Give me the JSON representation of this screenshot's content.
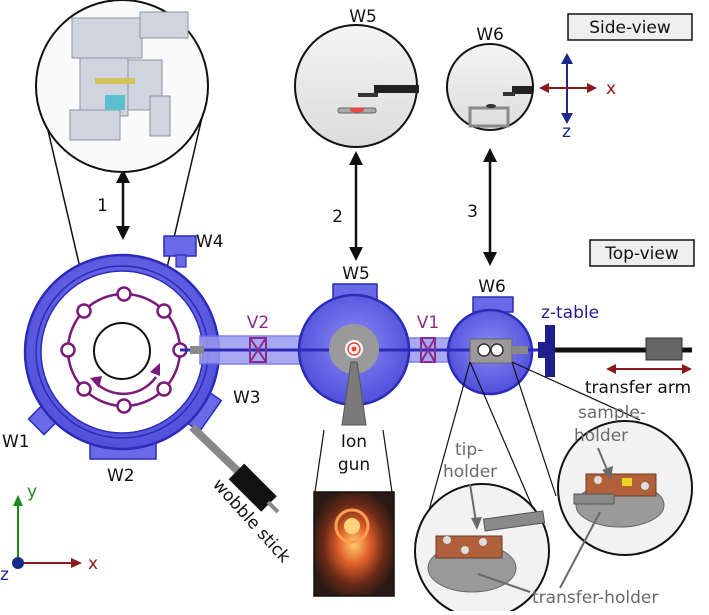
{
  "labels": {
    "side_view": "Side-view",
    "top_view": "Top-view",
    "w1": "W1",
    "w2": "W2",
    "w3": "W3",
    "w4": "W4",
    "w5_top": "W5",
    "w6_top": "W6",
    "w5_side": "W5",
    "w6_side": "W6",
    "v1": "V1",
    "v2": "V2",
    "z_table": "z-table",
    "transfer_arm": "transfer arm",
    "wobble_stick": "wobble stick",
    "ion_gun_1": "Ion",
    "ion_gun_2": "gun",
    "tip_holder_1": "tip-",
    "tip_holder_2": "holder",
    "sample_holder_1": "sample-",
    "sample_holder_2": "holder",
    "transfer_holder": "transfer-holder",
    "arrow_1": "1",
    "arrow_2": "2",
    "arrow_3": "3",
    "axis_x_side": "x",
    "axis_z_side": "z",
    "axis_x_top": "x",
    "axis_y_top": "y",
    "axis_z_top": "z"
  },
  "colors": {
    "chamber": "#6a6ae8",
    "chamber_dark": "#2b2bb8",
    "carousel": "#7a1a7a",
    "valve": "#8a2a8a",
    "ztable": "#1f1f8c",
    "gray": "#888888",
    "axis_red": "#8b1a1a",
    "axis_blue": "#1a2a8b",
    "axis_green": "#1a8b1a"
  }
}
